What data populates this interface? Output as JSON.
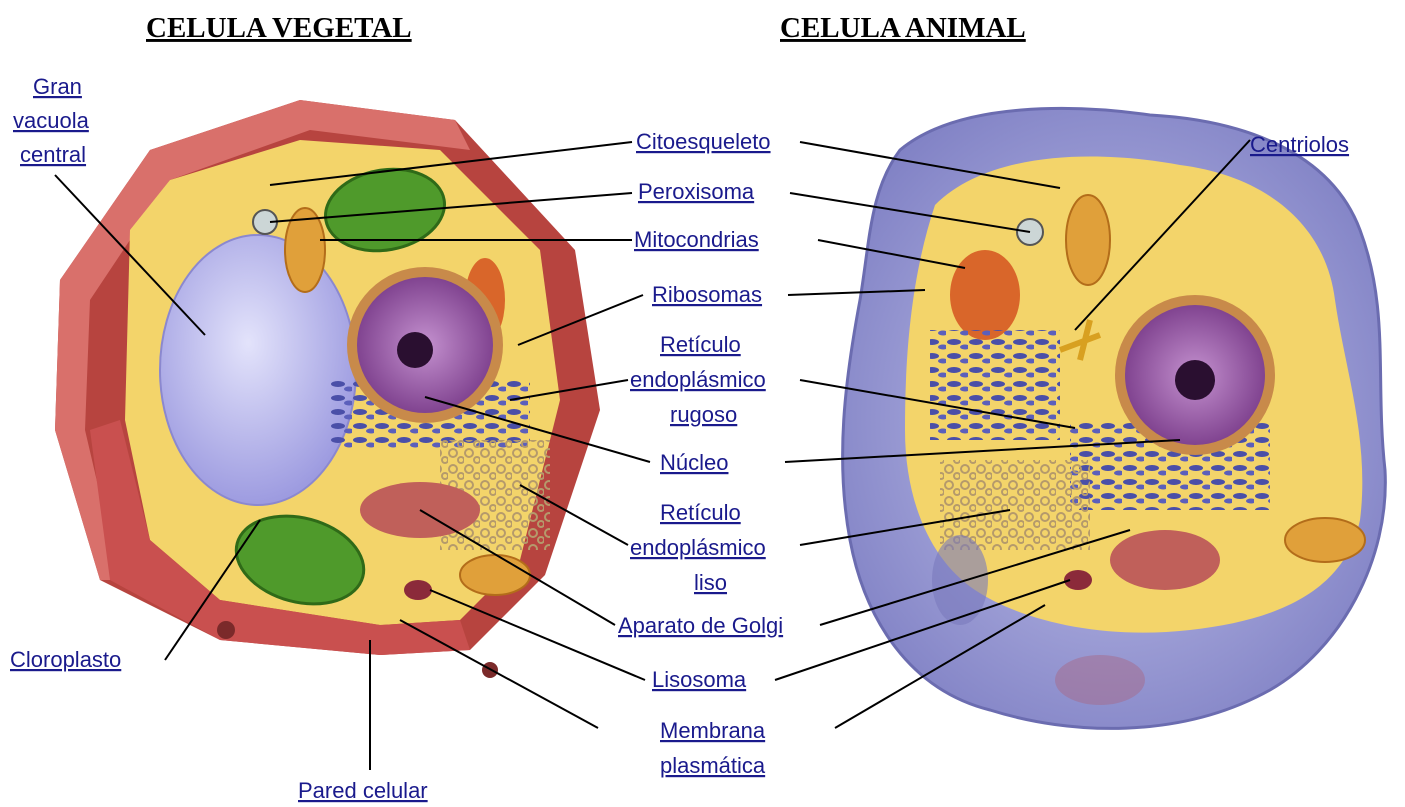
{
  "titles": {
    "plant": "CELULA VEGETAL",
    "animal": "CELULA ANIMAL"
  },
  "labels": {
    "gran_vacuola": [
      "Gran",
      "vacuola",
      "central"
    ],
    "citoesqueleto": "Citoesqueleto",
    "peroxisoma": "Peroxisoma",
    "mitocondrias": "Mitocondrias",
    "ribosomas": "Ribosomas",
    "reticulo_rugoso": [
      "Retículo",
      "endoplásmico",
      "rugoso"
    ],
    "nucleo": "Núcleo",
    "reticulo_liso": [
      "Retículo",
      "endoplásmico",
      "liso"
    ],
    "aparato_golgi": "Aparato de Golgi",
    "lisosoma": "Lisosoma",
    "membrana": [
      "Membrana",
      "plasmática"
    ],
    "centriolos": "Centriolos",
    "cloroplasto": "Cloroplasto",
    "pared_celular": "Pared celular"
  },
  "colors": {
    "cell_wall": "#c9504f",
    "cytoplasm": "#f3d46a",
    "vacuole": "#b9b8ee",
    "chloroplast": "#4f9a2b",
    "nucleus": "#8d4a9c",
    "mitochondria": "#e0a03a",
    "er": "#4a4fa8",
    "golgi": "#c0605a",
    "animal_membrane": "#8e8fd0",
    "label_text": "#1a1a8c"
  }
}
